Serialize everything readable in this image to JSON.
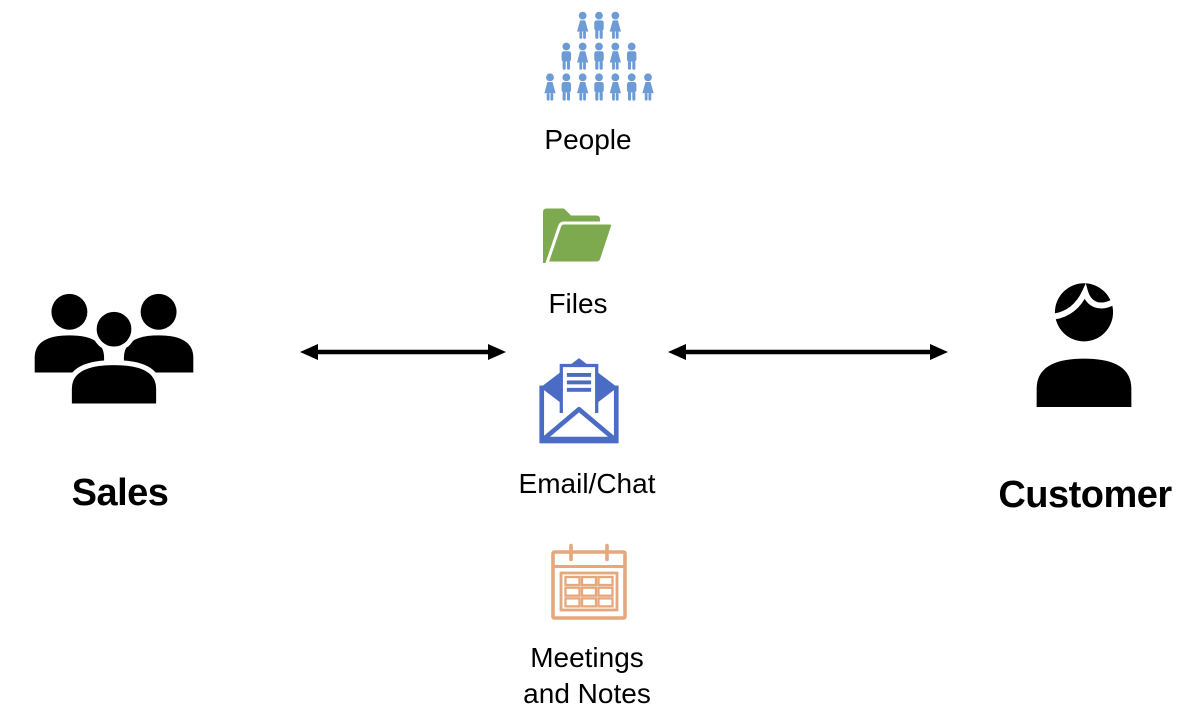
{
  "diagram": {
    "title_none": "",
    "left_entity": {
      "label": "Sales",
      "icon": "sales-team-icon",
      "color": "#000000"
    },
    "right_entity": {
      "label": "Customer",
      "icon": "customer-person-icon",
      "color": "#000000"
    },
    "center_items": [
      {
        "label": "People",
        "icon": "people-crowd-icon",
        "color": "#6C9BD6",
        "crowd_rows": [
          3,
          5,
          7
        ]
      },
      {
        "label": "Files",
        "icon": "folder-icon",
        "color": "#7DAA4F"
      },
      {
        "label": "Email/Chat",
        "icon": "email-envelope-icon",
        "color": "#4A6CC4"
      },
      {
        "label": "Meetings and Notes",
        "icon": "calendar-icon",
        "color": "#E5A77B"
      }
    ],
    "arrows": [
      {
        "name": "sales-to-hub-arrow",
        "direction": "bidirectional",
        "color": "#000000"
      },
      {
        "name": "hub-to-customer-arrow",
        "direction": "bidirectional",
        "color": "#000000"
      }
    ]
  }
}
